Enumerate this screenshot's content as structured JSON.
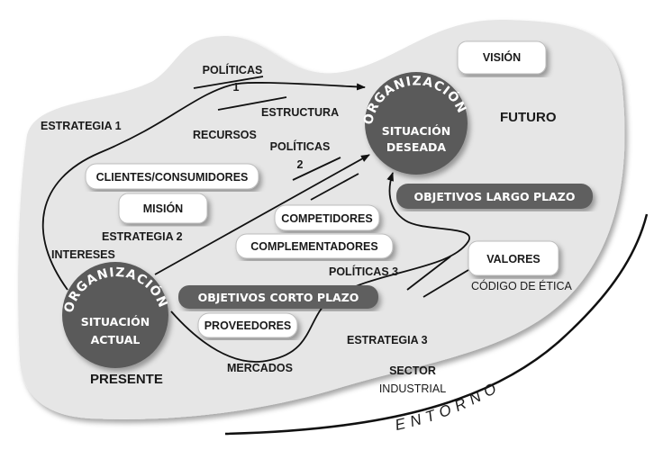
{
  "circles": {
    "desired": {
      "arc": "ORGANIZACIÓN",
      "line1": "SITUACIÓN",
      "line2": "DESEADA"
    },
    "current": {
      "arc": "ORGANIZACIÓN",
      "line1": "SITUACIÓN",
      "line2": "ACTUAL"
    }
  },
  "labels": {
    "politicas1_a": "POLÍTICAS",
    "politicas1_b": "1",
    "estrategia1": "ESTRATEGIA 1",
    "estructura": "ESTRUCTURA",
    "recursos": "RECURSOS",
    "politicas2_a": "POLÍTICAS",
    "politicas2_b": "2",
    "futuro": "FUTURO",
    "estrategia2": "ESTRATEGIA 2",
    "intereses": "INTERESES",
    "politicas3": "POLÍTICAS 3",
    "codigo_etica": "CÓDIGO DE ÉTICA",
    "estrategia3": "ESTRATEGIA 3",
    "mercados": "MERCADOS",
    "presente": "PRESENTE",
    "sector_a": "SECTOR",
    "sector_b": "INDUSTRIAL",
    "entorno": "ENTORNO"
  },
  "boxes": {
    "vision": "VISIÓN",
    "clientes": "CLIENTES/CONSUMIDORES",
    "mision": "MISIÓN",
    "competidores": "COMPETIDORES",
    "complementadores": "COMPLEMENTADORES",
    "valores": "VALORES",
    "proveedores": "PROVEEDORES",
    "obj_largo": "OBJETIVOS LARGO PLAZO",
    "obj_corto": "OBJETIVOS CORTO PLAZO"
  }
}
